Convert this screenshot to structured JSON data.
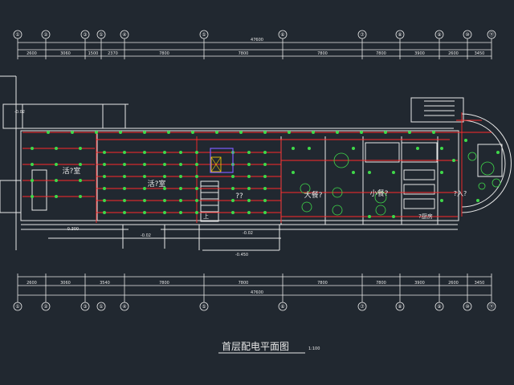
{
  "title": "首层配电平面图",
  "scale": "1:100",
  "overall_dimension": "47600",
  "axes": [
    "①",
    "②",
    "③",
    "①",
    "④",
    "⑤",
    "⑥",
    "⑦",
    "⑧",
    "⑨",
    "⑩",
    "⑪"
  ],
  "top_segments": [
    "2600",
    "3060",
    "1500",
    "2370",
    "7800",
    "7800",
    "7800",
    "7800",
    "3900",
    "2600",
    "3450"
  ],
  "bottom_segments": [
    "2600",
    "3060",
    "3540",
    "7800",
    "7800",
    "7800",
    "7800",
    "3900",
    "2600",
    "3450"
  ],
  "rooms": {
    "room_left": "活?室",
    "room_center": "活?室",
    "room_mid": "??",
    "room_dining": "大餐?",
    "room_small": "小餐?",
    "room_kitchen": "?厨房",
    "room_entry": "?入?"
  },
  "levels": {
    "lv_a": "-0.02",
    "lv_b": "-0.300",
    "lv_c": "-0.02",
    "lv_d": "-0.02",
    "lv_e": "-0.450"
  },
  "stair_mark": "上",
  "colors": {
    "background": "#212830",
    "lines": "#e8e8e8",
    "wiring": "#ff2a2a",
    "fixtures": "#3fd94a",
    "panel": "#7c5cff",
    "accent": "#ffd400"
  }
}
